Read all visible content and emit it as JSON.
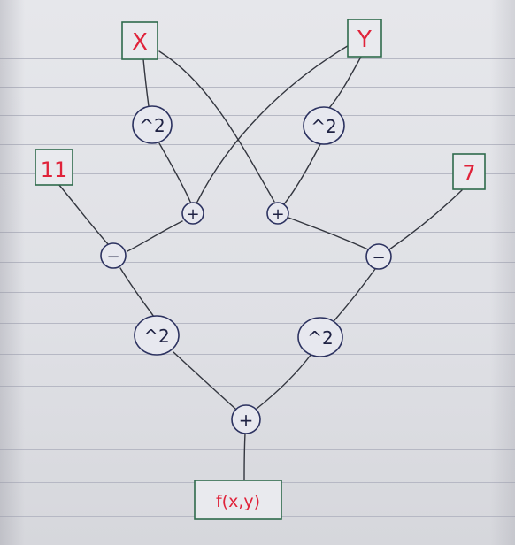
{
  "inputs": {
    "x": "X",
    "y": "Y",
    "eleven": "11",
    "seven": "7"
  },
  "operators": {
    "square": "^2",
    "plus": "+",
    "minus": "−"
  },
  "output": "f(x,y)",
  "colors": {
    "input_text": "#e0233a",
    "box_border": "#2f6b4c",
    "operator_border": "#2c3260",
    "wire": "#33363f",
    "paper": "#e3e4e9",
    "rule": "#b6b8c4"
  }
}
